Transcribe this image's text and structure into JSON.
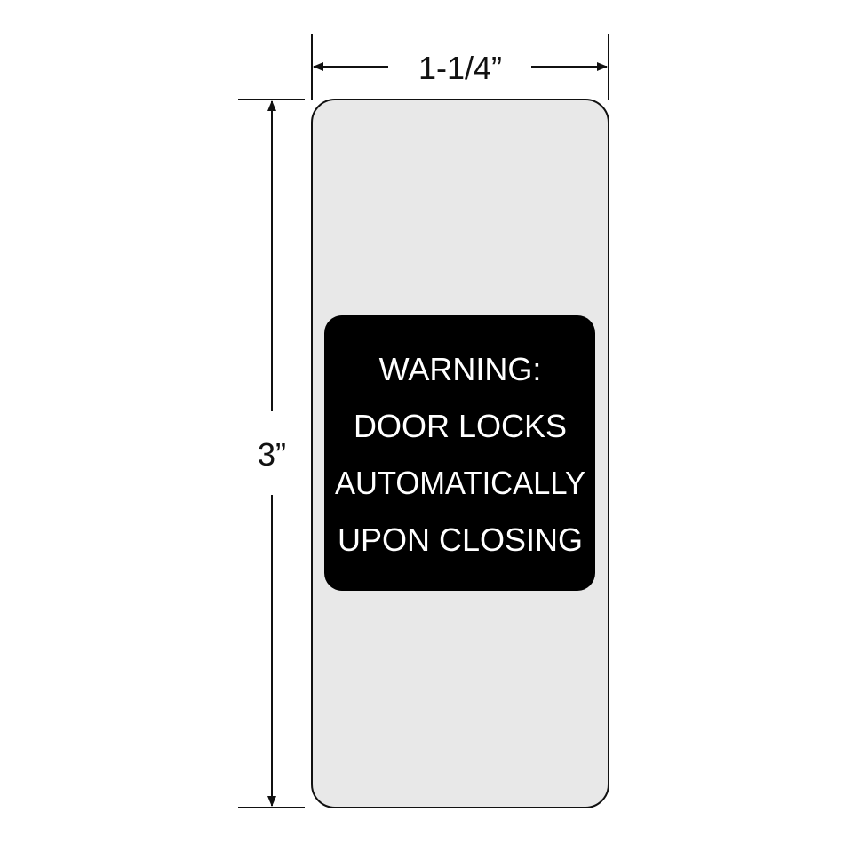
{
  "dimensions": {
    "width_label": "1-1/4”",
    "height_label": "3”"
  },
  "sign": {
    "lines": [
      "WARNING:",
      "DOOR LOCKS",
      "AUTOMATICALLY",
      "UPON CLOSING"
    ]
  },
  "colors": {
    "plate": "#e8e8e8",
    "plate_border": "#111111",
    "panel": "#000000",
    "panel_text": "#ffffff",
    "dimension_lines": "#111111"
  }
}
